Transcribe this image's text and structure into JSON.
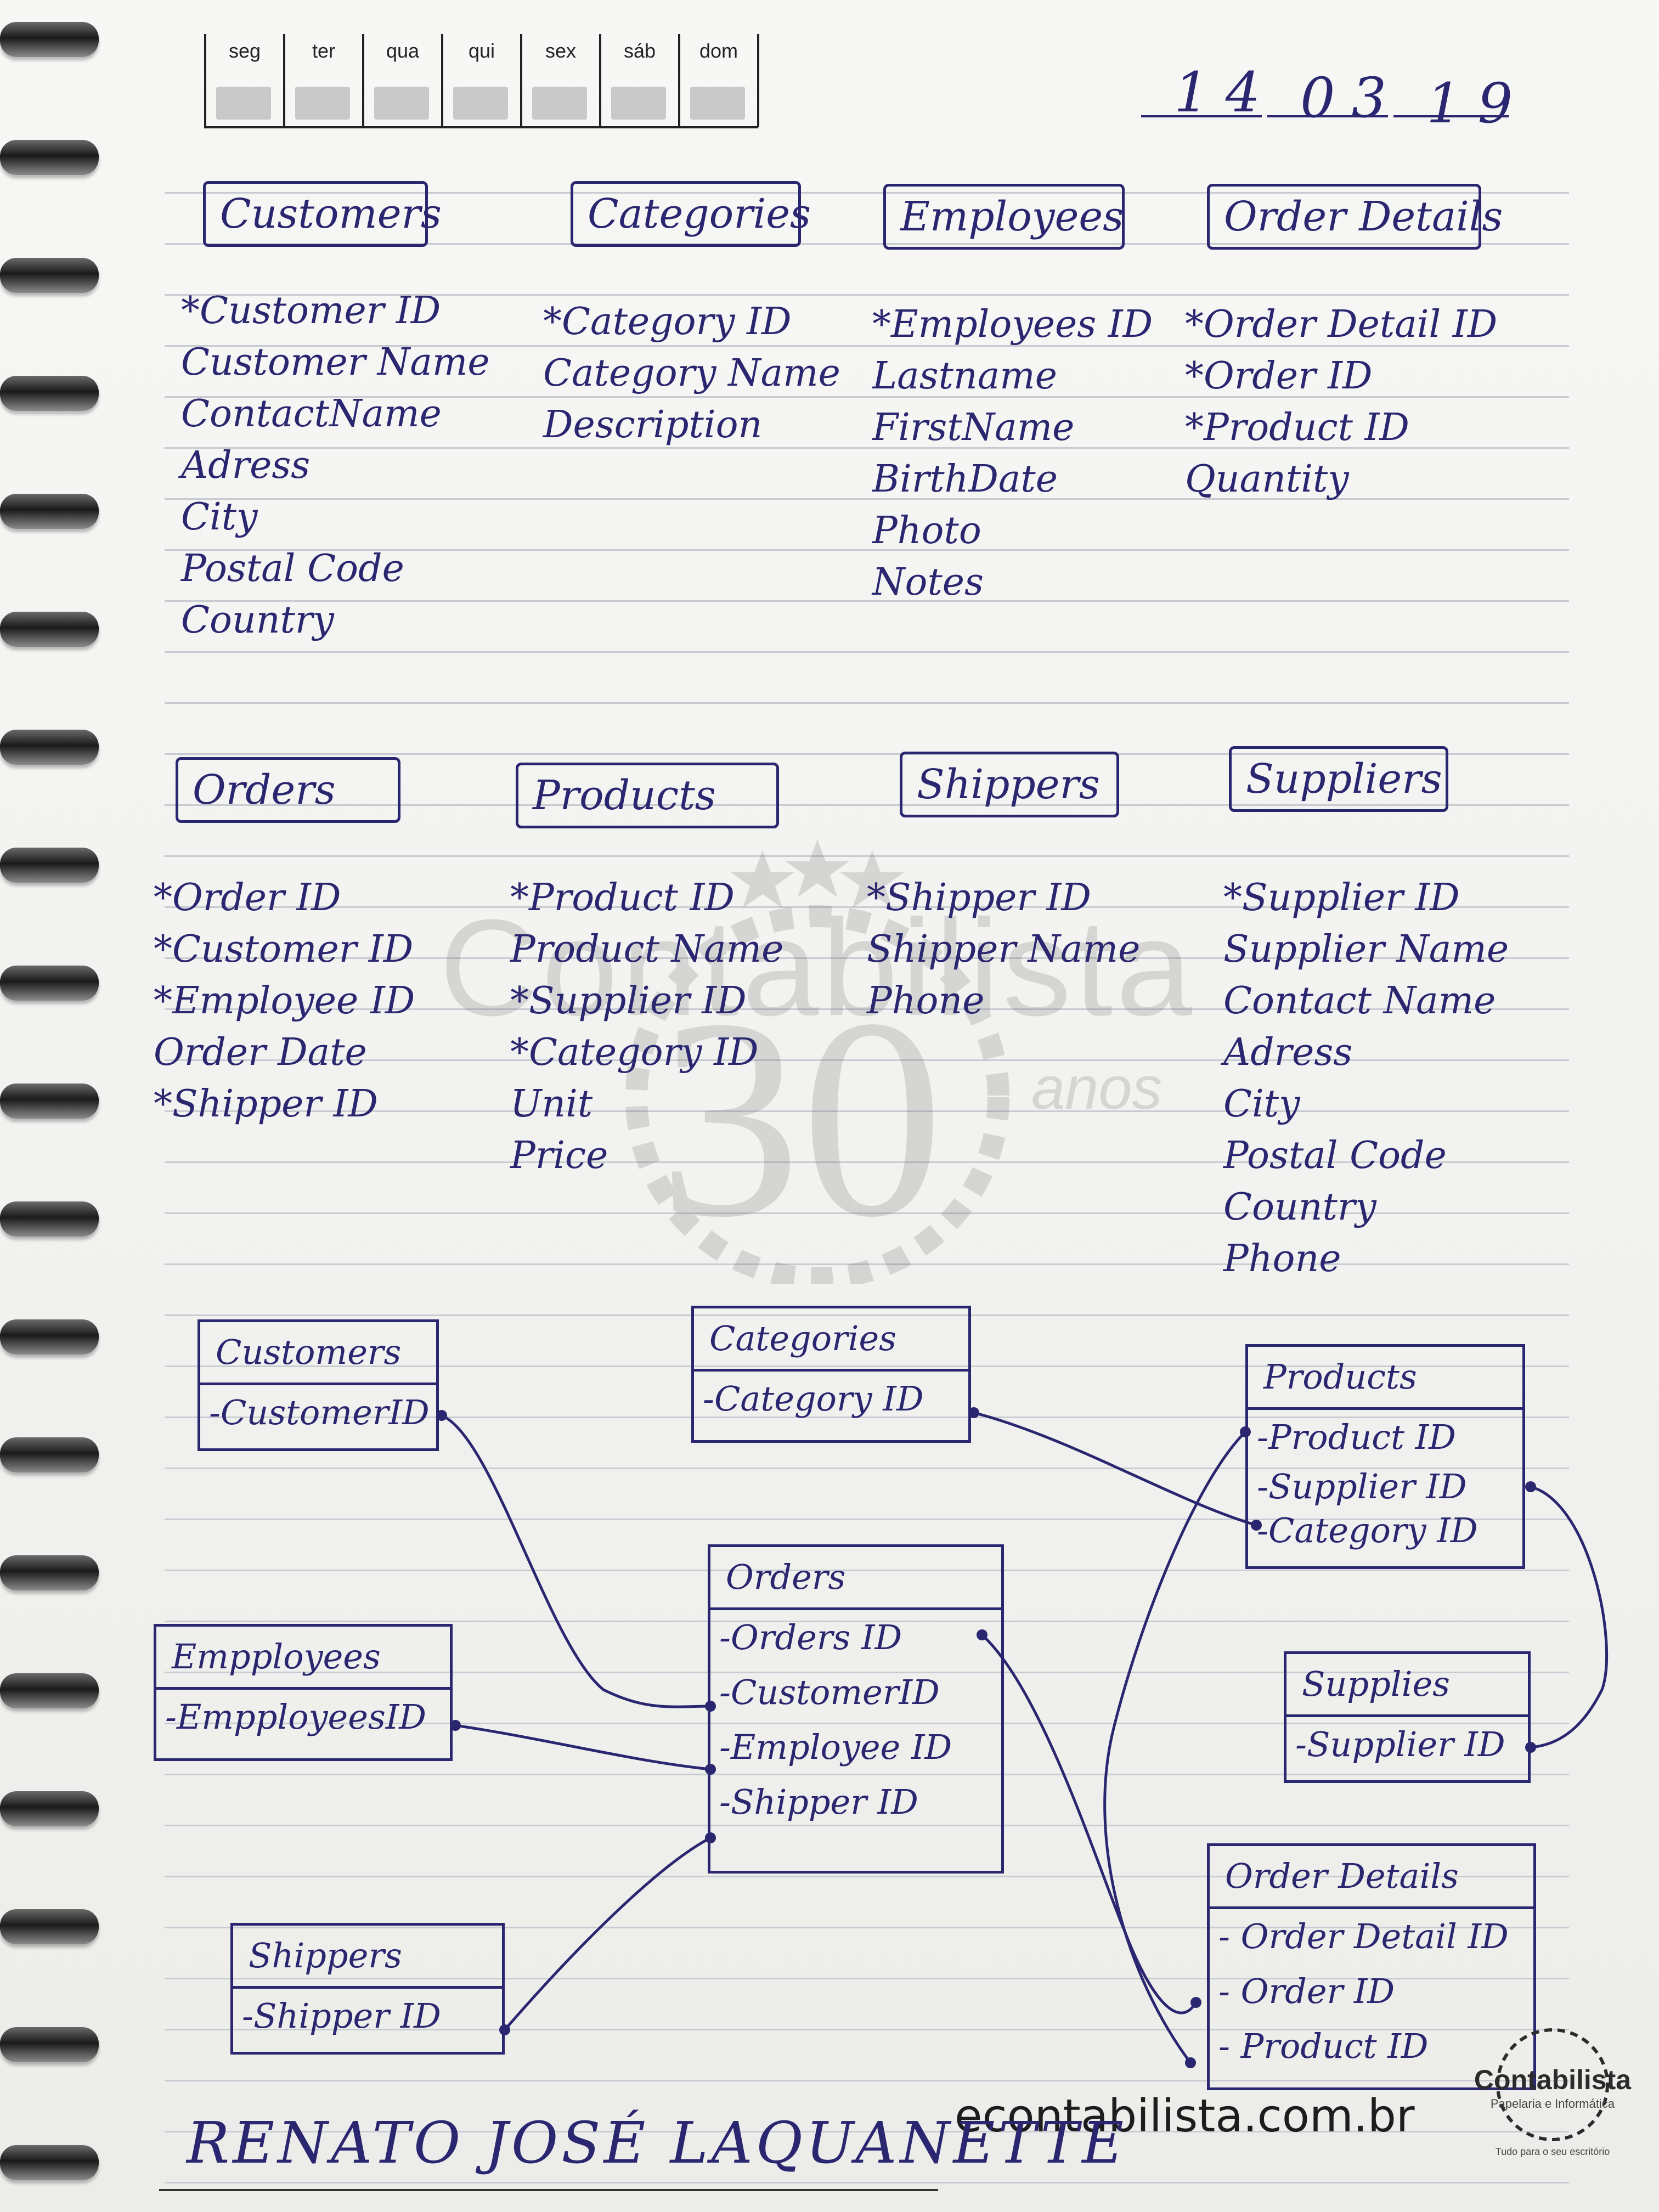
{
  "planner": {
    "days": [
      "seg",
      "ter",
      "qua",
      "qui",
      "sex",
      "sáb",
      "dom"
    ],
    "date": {
      "day": "14",
      "month": "03",
      "year": "19"
    }
  },
  "tables": [
    {
      "name": "Customers",
      "fields": [
        "*Customer ID",
        "Customer Name",
        "ContactName",
        "Adress",
        "City",
        "Postal Code",
        "Country"
      ]
    },
    {
      "name": "Categories",
      "fields": [
        "*Category ID",
        "Category Name",
        "Description"
      ]
    },
    {
      "name": "Employees",
      "fields": [
        "*Employees ID",
        "Lastname",
        "FirstName",
        "BirthDate",
        "Photo",
        "Notes"
      ]
    },
    {
      "name": "Order Details",
      "fields": [
        "*Order Detail ID",
        "*Order ID",
        "*Product ID",
        "Quantity"
      ]
    },
    {
      "name": "Orders",
      "fields": [
        "*Order ID",
        "*Customer ID",
        "*Employee ID",
        "Order Date",
        "*Shipper ID"
      ]
    },
    {
      "name": "Products",
      "fields": [
        "*Product ID",
        "Product Name",
        "*Supplier ID",
        "*Category ID",
        "Unit",
        "Price"
      ]
    },
    {
      "name": "Shippers",
      "fields": [
        "*Shipper ID",
        "Shipper Name",
        "Phone"
      ]
    },
    {
      "name": "Suppliers",
      "fields": [
        "*Supplier ID",
        "Supplier Name",
        "Contact Name",
        "Adress",
        "City",
        "Postal Code",
        "Country",
        "Phone"
      ]
    }
  ],
  "diagram": {
    "customers": {
      "name": "Customers",
      "fields": [
        "-CustomerID"
      ]
    },
    "categories": {
      "name": "Categories",
      "fields": [
        "-Category ID"
      ]
    },
    "products": {
      "name": "Products",
      "fields": [
        "-Product ID",
        "-Supplier ID",
        "-Category ID"
      ]
    },
    "orders": {
      "name": "Orders",
      "fields": [
        "-Orders ID",
        "-CustomerID",
        "-Employee ID",
        "-Shipper ID"
      ]
    },
    "employees": {
      "name": "Empployees",
      "fields": [
        "-EmpployeesID"
      ]
    },
    "suppliers": {
      "name": "Supplies",
      "fields": [
        "-Supplier ID"
      ]
    },
    "shippers": {
      "name": "Shippers",
      "fields": [
        "-Shipper ID"
      ]
    },
    "order_details": {
      "name": "Order Details",
      "fields": [
        "- Order Detail ID",
        "- Order ID",
        "- Product ID"
      ]
    }
  },
  "signature": "RENATO JOSÉ LAQUANETTE",
  "branding": {
    "website": "econtabilista.com.br",
    "logo_name": "Contabilista",
    "logo_subtitle": "Papelaria e Informática",
    "logo_tagline": "Tudo para o seu escritório",
    "watermark_text": "Contabilista",
    "watermark_number": "30",
    "watermark_suffix": "anos"
  },
  "colors": {
    "ink": "#2a2670",
    "rule": "#c8ccd2",
    "paper": "#f4f4f2"
  }
}
